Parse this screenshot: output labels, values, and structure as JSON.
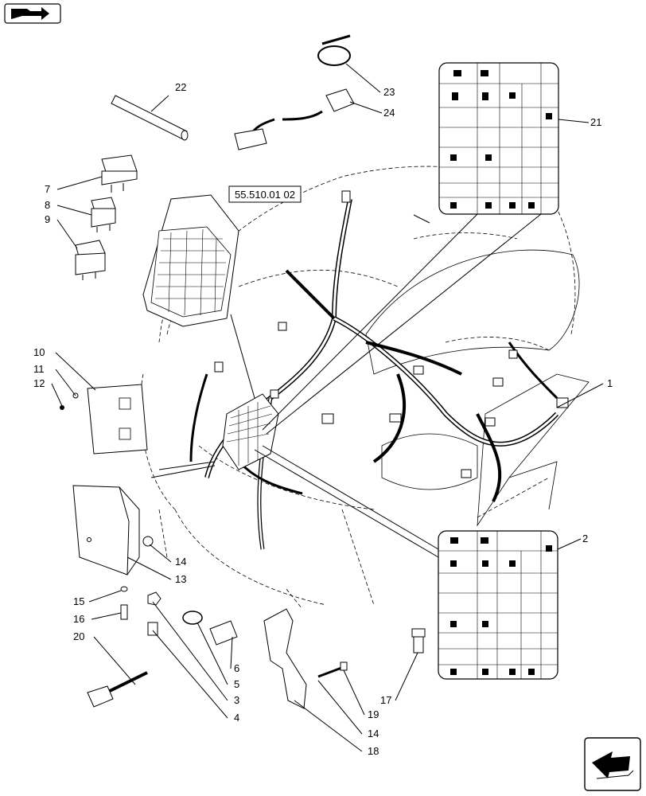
{
  "reference": {
    "label": "55.510.01 02"
  },
  "callouts": [
    "1",
    "2",
    "3",
    "4",
    "5",
    "6",
    "7",
    "8",
    "9",
    "10",
    "11",
    "12",
    "13",
    "14",
    "15",
    "16",
    "17",
    "18",
    "19",
    "20",
    "21",
    "22",
    "23",
    "24",
    "14"
  ],
  "icons": {
    "top_left": "book-arrow-icon",
    "bottom_right": "next-page-arrow-icon"
  }
}
